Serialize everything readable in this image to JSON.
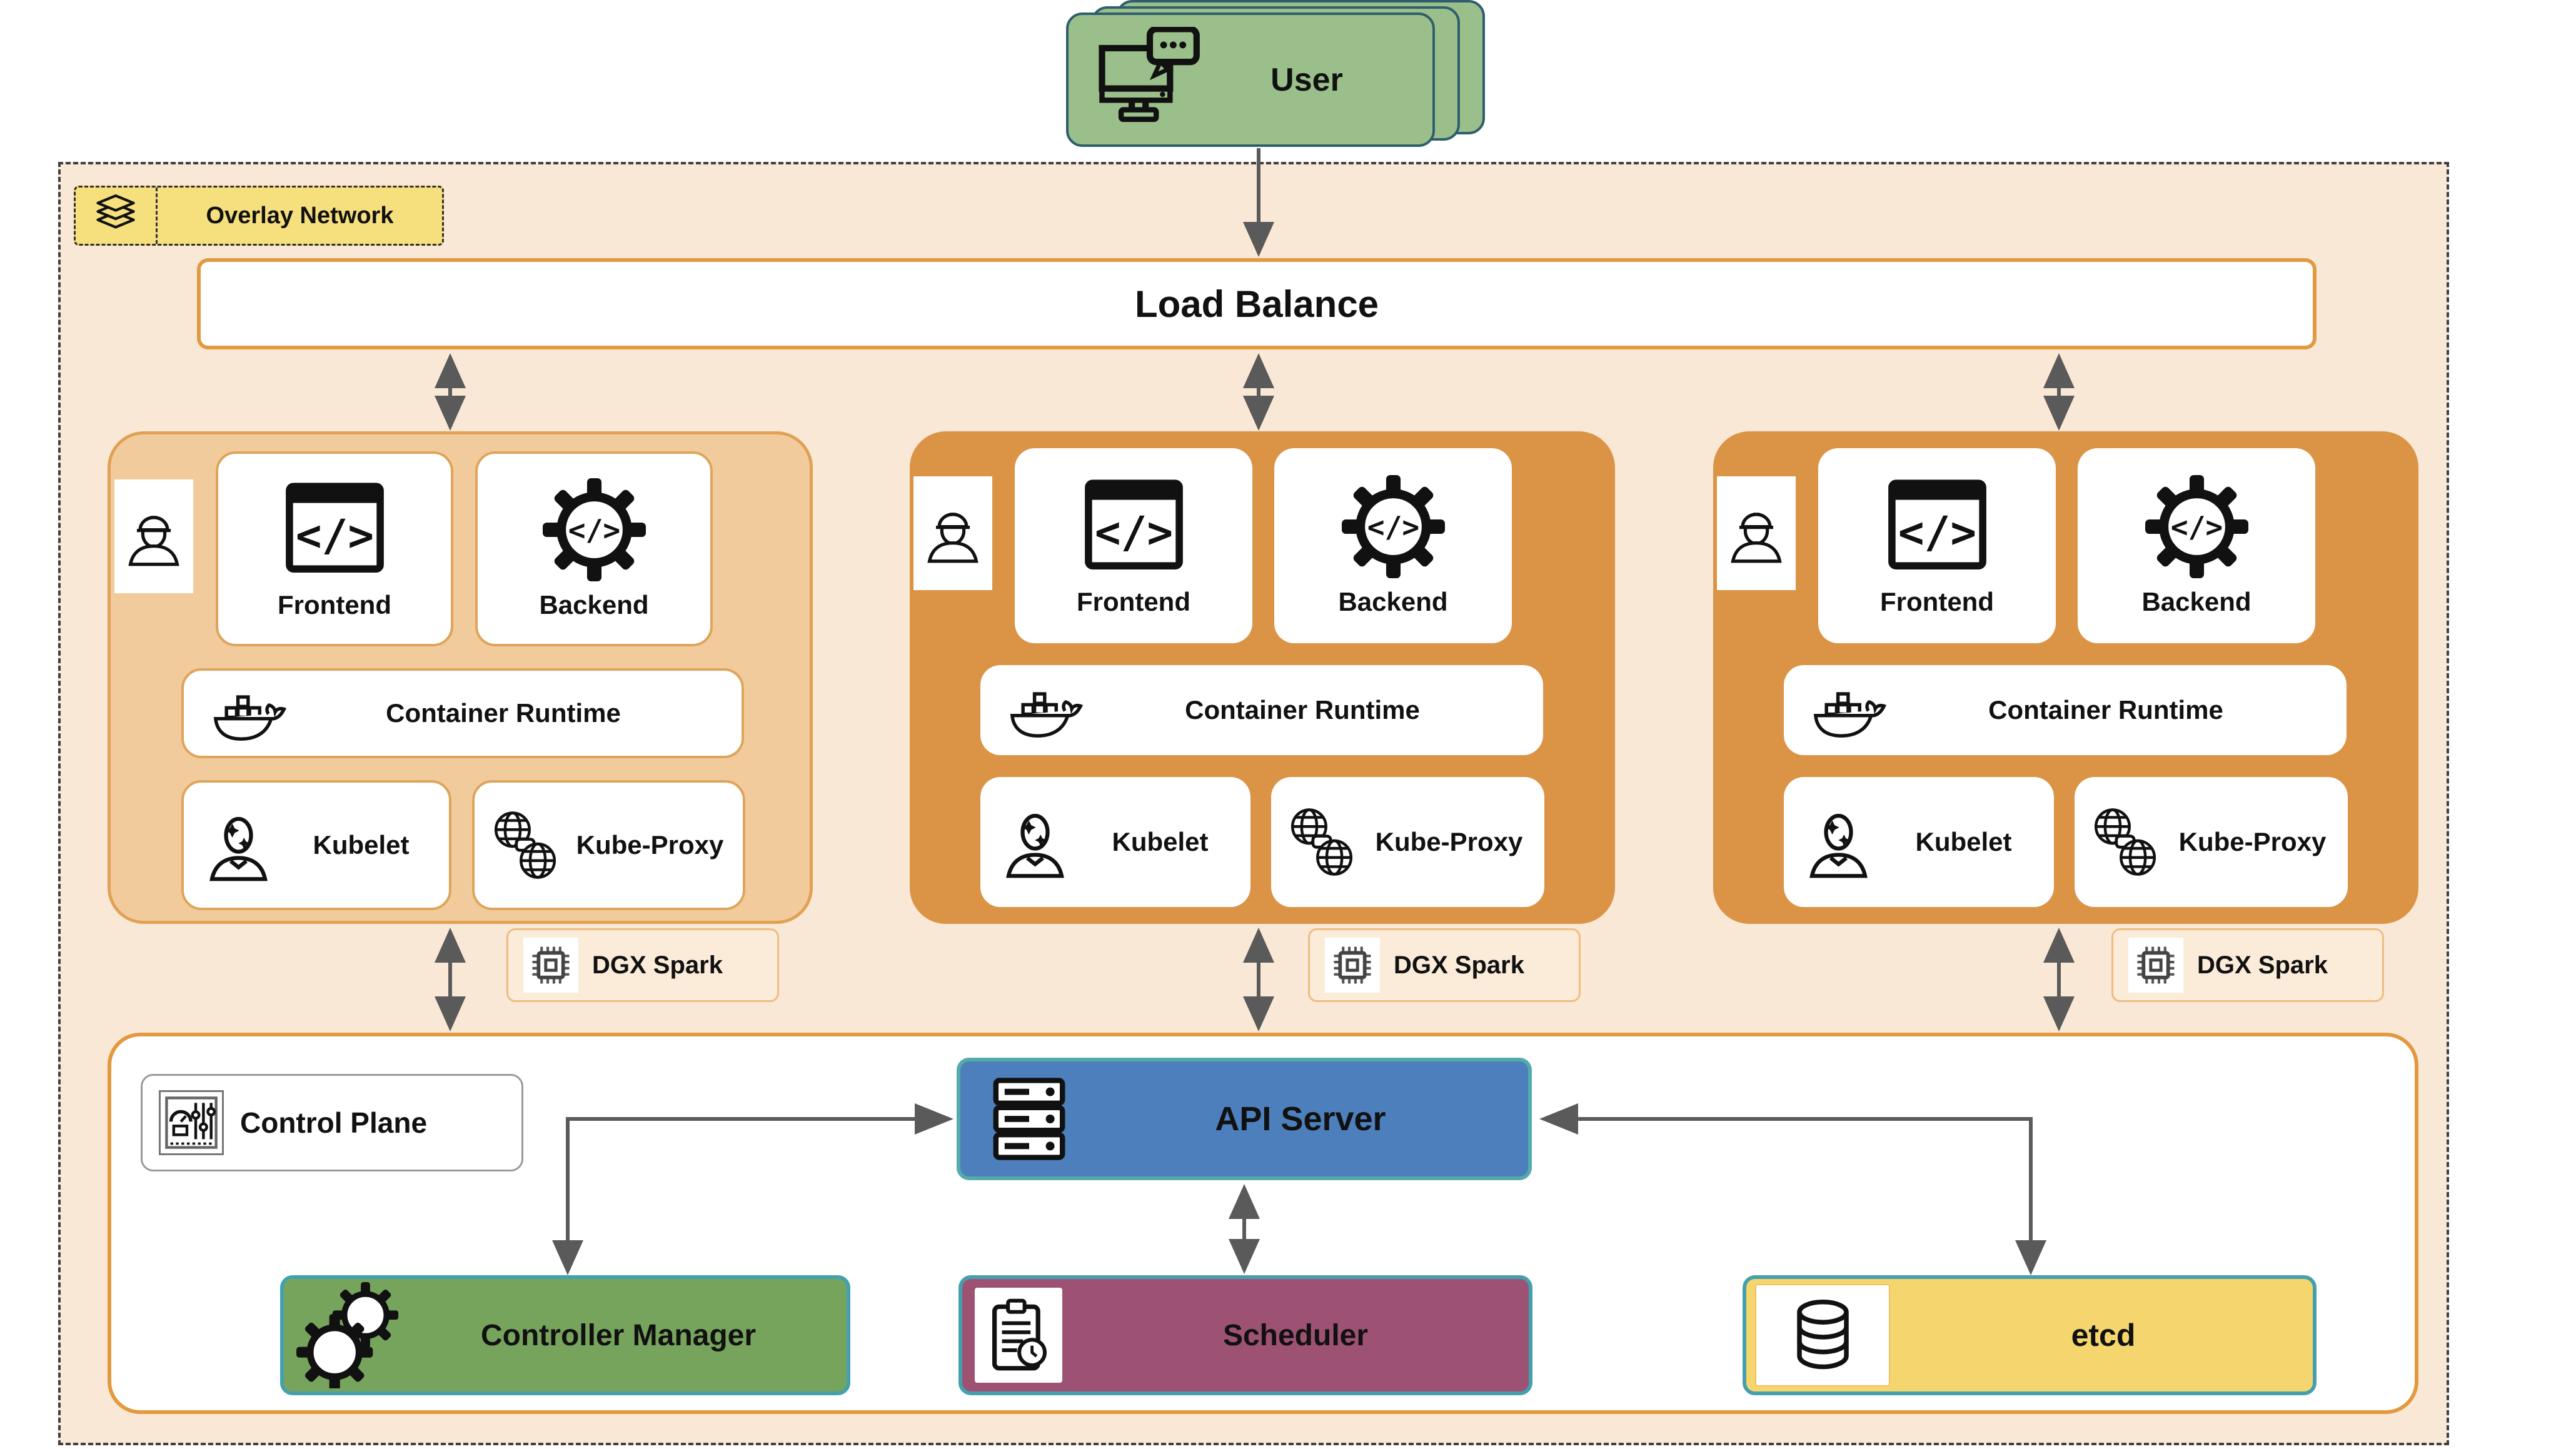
{
  "user": {
    "label": "User"
  },
  "overlay_network": {
    "label": "Overlay Network"
  },
  "load_balancer": {
    "label": "Load Balance"
  },
  "nodes": [
    {
      "frontend": "Frontend",
      "backend": "Backend",
      "container_runtime": "Container Runtime",
      "kubelet": "Kubelet",
      "kube_proxy": "Kube-Proxy",
      "hardware": "DGX Spark"
    },
    {
      "frontend": "Frontend",
      "backend": "Backend",
      "container_runtime": "Container Runtime",
      "kubelet": "Kubelet",
      "kube_proxy": "Kube-Proxy",
      "hardware": "DGX Spark"
    },
    {
      "frontend": "Frontend",
      "backend": "Backend",
      "container_runtime": "Container Runtime",
      "kubelet": "Kubelet",
      "kube_proxy": "Kube-Proxy",
      "hardware": "DGX Spark"
    }
  ],
  "control_plane": {
    "label": "Control Plane",
    "api_server": "API Server",
    "controller_manager": "Controller Manager",
    "scheduler": "Scheduler",
    "etcd": "etcd"
  },
  "colors": {
    "canvas_bg": "#FFFFFF",
    "overlay_bg": "#FAE8D6",
    "overlay_chip_yellow": "#F6DF7D",
    "orange_border": "#E3993F",
    "node_light_orange": "#F2CB9C",
    "node_dark_orange": "#DB9346",
    "user_green": "#9BBF8B",
    "api_server_blue": "#4C7FBC",
    "teal_border": "#45A0AE",
    "controller_manager_green": "#77A45D",
    "scheduler_maroon": "#9D5273",
    "etcd_yellow": "#F5D66E",
    "arrow_gray": "#5A5A5A"
  }
}
